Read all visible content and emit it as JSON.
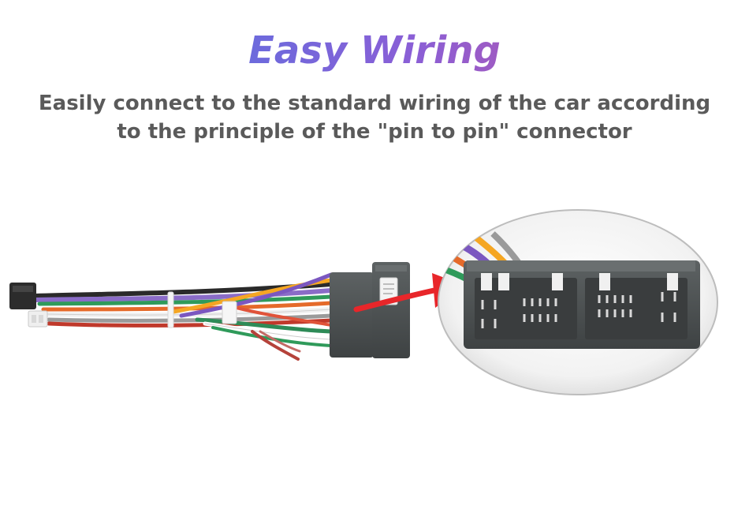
{
  "title": "Easy Wiring",
  "subtitle": {
    "line1": "Easily connect to the standard wiring of the car according",
    "line2": "to the principle of the \"pin to pin\" connector"
  },
  "colors": {
    "title_gradient_start": "#3f7be6",
    "title_gradient_mid": "#8a5fd6",
    "title_gradient_end": "#d6508f",
    "subtitle": "#5a5a5a",
    "arrow": "#e8262a",
    "connector": "#4e5354"
  }
}
